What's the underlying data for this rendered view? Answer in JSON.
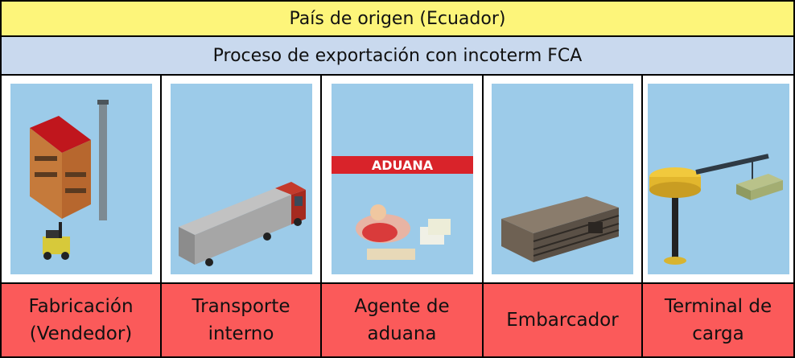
{
  "header": {
    "title": "País de origen (Ecuador)"
  },
  "subheader": {
    "title": "Proceso de exportación con incoterm FCA"
  },
  "steps": [
    {
      "label": "Fabricación\n(Vendedor)",
      "icon": "factory-forklift-icon"
    },
    {
      "label": "Transporte\ninterno",
      "icon": "truck-icon"
    },
    {
      "label": "Agente de\naduana",
      "icon": "customs-agent-icon"
    },
    {
      "label": "Embarcador",
      "icon": "warehouse-icon"
    },
    {
      "label": "Terminal de\ncarga",
      "icon": "cargo-crane-icon"
    }
  ],
  "aduana_sign": "ADUANA",
  "colors": {
    "title_bg": "#fdf57a",
    "subtitle_bg": "#c9d9ee",
    "label_bg": "#fb5a5a",
    "picture_bg": "#9ccbe9"
  }
}
